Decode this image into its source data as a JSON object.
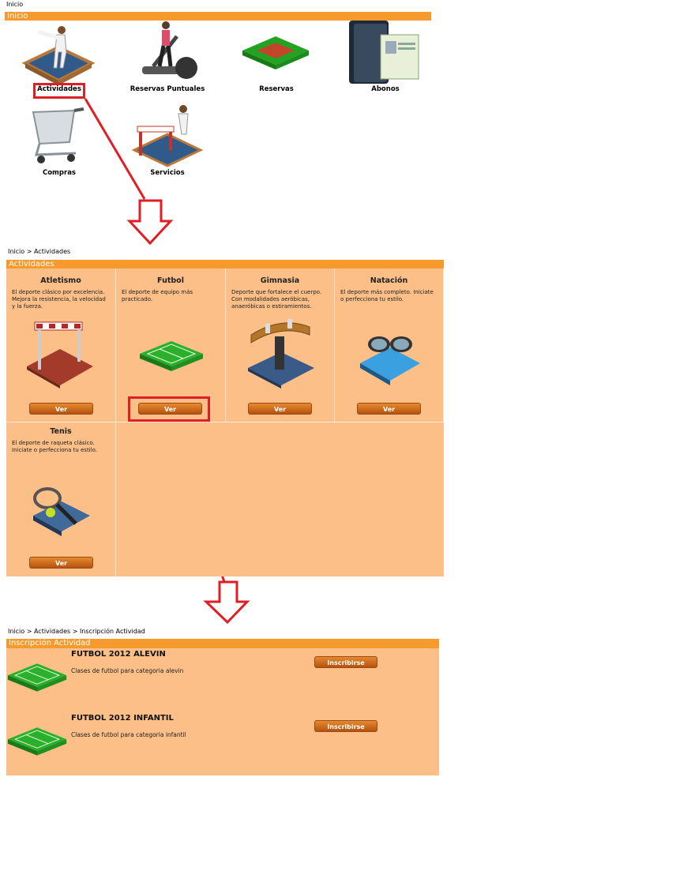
{
  "section1": {
    "breadcrumb": "Inicio",
    "header": "Inicio",
    "icons": [
      {
        "label": "Actividades",
        "icon": "karate-platform-icon"
      },
      {
        "label": "Reservas Puntuales",
        "icon": "elliptical-trainer-icon"
      },
      {
        "label": "Reservas",
        "icon": "court-icon"
      },
      {
        "label": "Abonos",
        "icon": "membership-cards-icon"
      },
      {
        "label": "Compras",
        "icon": "shopping-cart-icon"
      },
      {
        "label": "Servicios",
        "icon": "hurdle-athlete-icon"
      }
    ]
  },
  "section2": {
    "breadcrumb": "Inicio > Actividades",
    "header": "Actividades",
    "cards": [
      {
        "title": "Atletismo",
        "desc": "El deporte clásico por excelencia. Mejora la resistencia, la velocidad y la fuerza.",
        "button": "Ver",
        "icon": "hurdle-icon"
      },
      {
        "title": "Futbol",
        "desc": "El deporte de equipo más practicado.",
        "button": "Ver",
        "icon": "football-field-icon"
      },
      {
        "title": "Gimnasia",
        "desc": "Deporte que fortalece el cuerpo. Con modalidades aeróbicas, anaeróbicas o estiramientos.",
        "button": "Ver",
        "icon": "pommel-horse-icon"
      },
      {
        "title": "Natación",
        "desc": "El deporte más completo. Iniciate o perfecciona tu estilo.",
        "button": "Ver",
        "icon": "swim-goggles-icon"
      },
      {
        "title": "Tenis",
        "desc": "El deporte de raqueta clásico. Iniciate o perfecciona tu estilo.",
        "button": "Ver",
        "icon": "tennis-racket-icon"
      }
    ]
  },
  "section3": {
    "breadcrumb": "Inicio > Actividades > Inscripción Actividad",
    "header": "Inscripción Actividad",
    "items": [
      {
        "title": "FUTBOL 2012 ALEVIN",
        "desc": "Clases de futbol para categoria alevin",
        "button": "Inscribirse",
        "icon": "football-field-icon"
      },
      {
        "title": "FUTBOL 2012 INFANTIL",
        "desc": "Clases de futbol para categoria infantil",
        "button": "Inscribirse",
        "icon": "football-field-icon"
      }
    ]
  },
  "colors": {
    "header_bar": "#f79a2e",
    "panel": "#fcbf88",
    "button": "#c8611a",
    "highlight": "#e01e26"
  }
}
